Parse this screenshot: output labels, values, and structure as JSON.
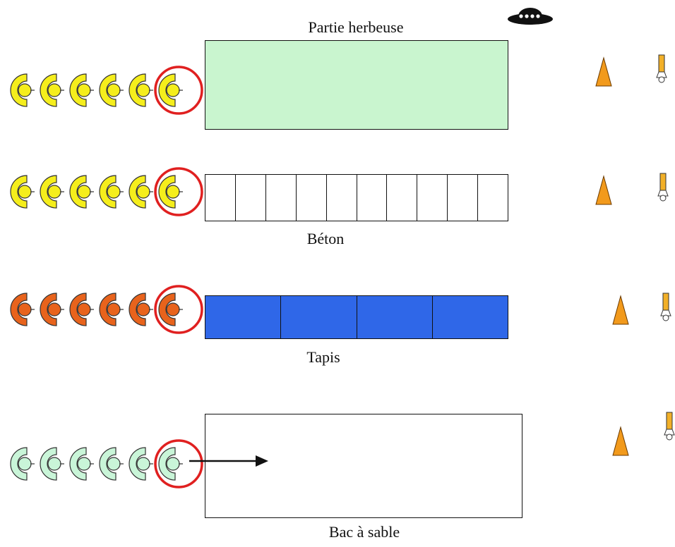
{
  "colors": {
    "grass_zone": "#c9f5cf",
    "carpet_zone": "#2f67e8",
    "cone": "#f29a1c",
    "highlight_circle": "#e02020",
    "row_colors": [
      "#f5ee1c",
      "#f5ee1c",
      "#e8631c",
      "#c9f5d8"
    ]
  },
  "icons": {
    "top": "ufo-icon",
    "token": "half-moon-token-icon",
    "cone": "cone-icon",
    "marker": "bottle-icon"
  },
  "rows": [
    {
      "label": "Partie herbeuse",
      "surface": "grass",
      "cells": 1
    },
    {
      "label": "Béton",
      "surface": "concrete",
      "cells": 10
    },
    {
      "label": "Tapis",
      "surface": "carpet",
      "cells": 4
    },
    {
      "label": "Bac à sable",
      "surface": "sand",
      "cells": 1
    }
  ]
}
